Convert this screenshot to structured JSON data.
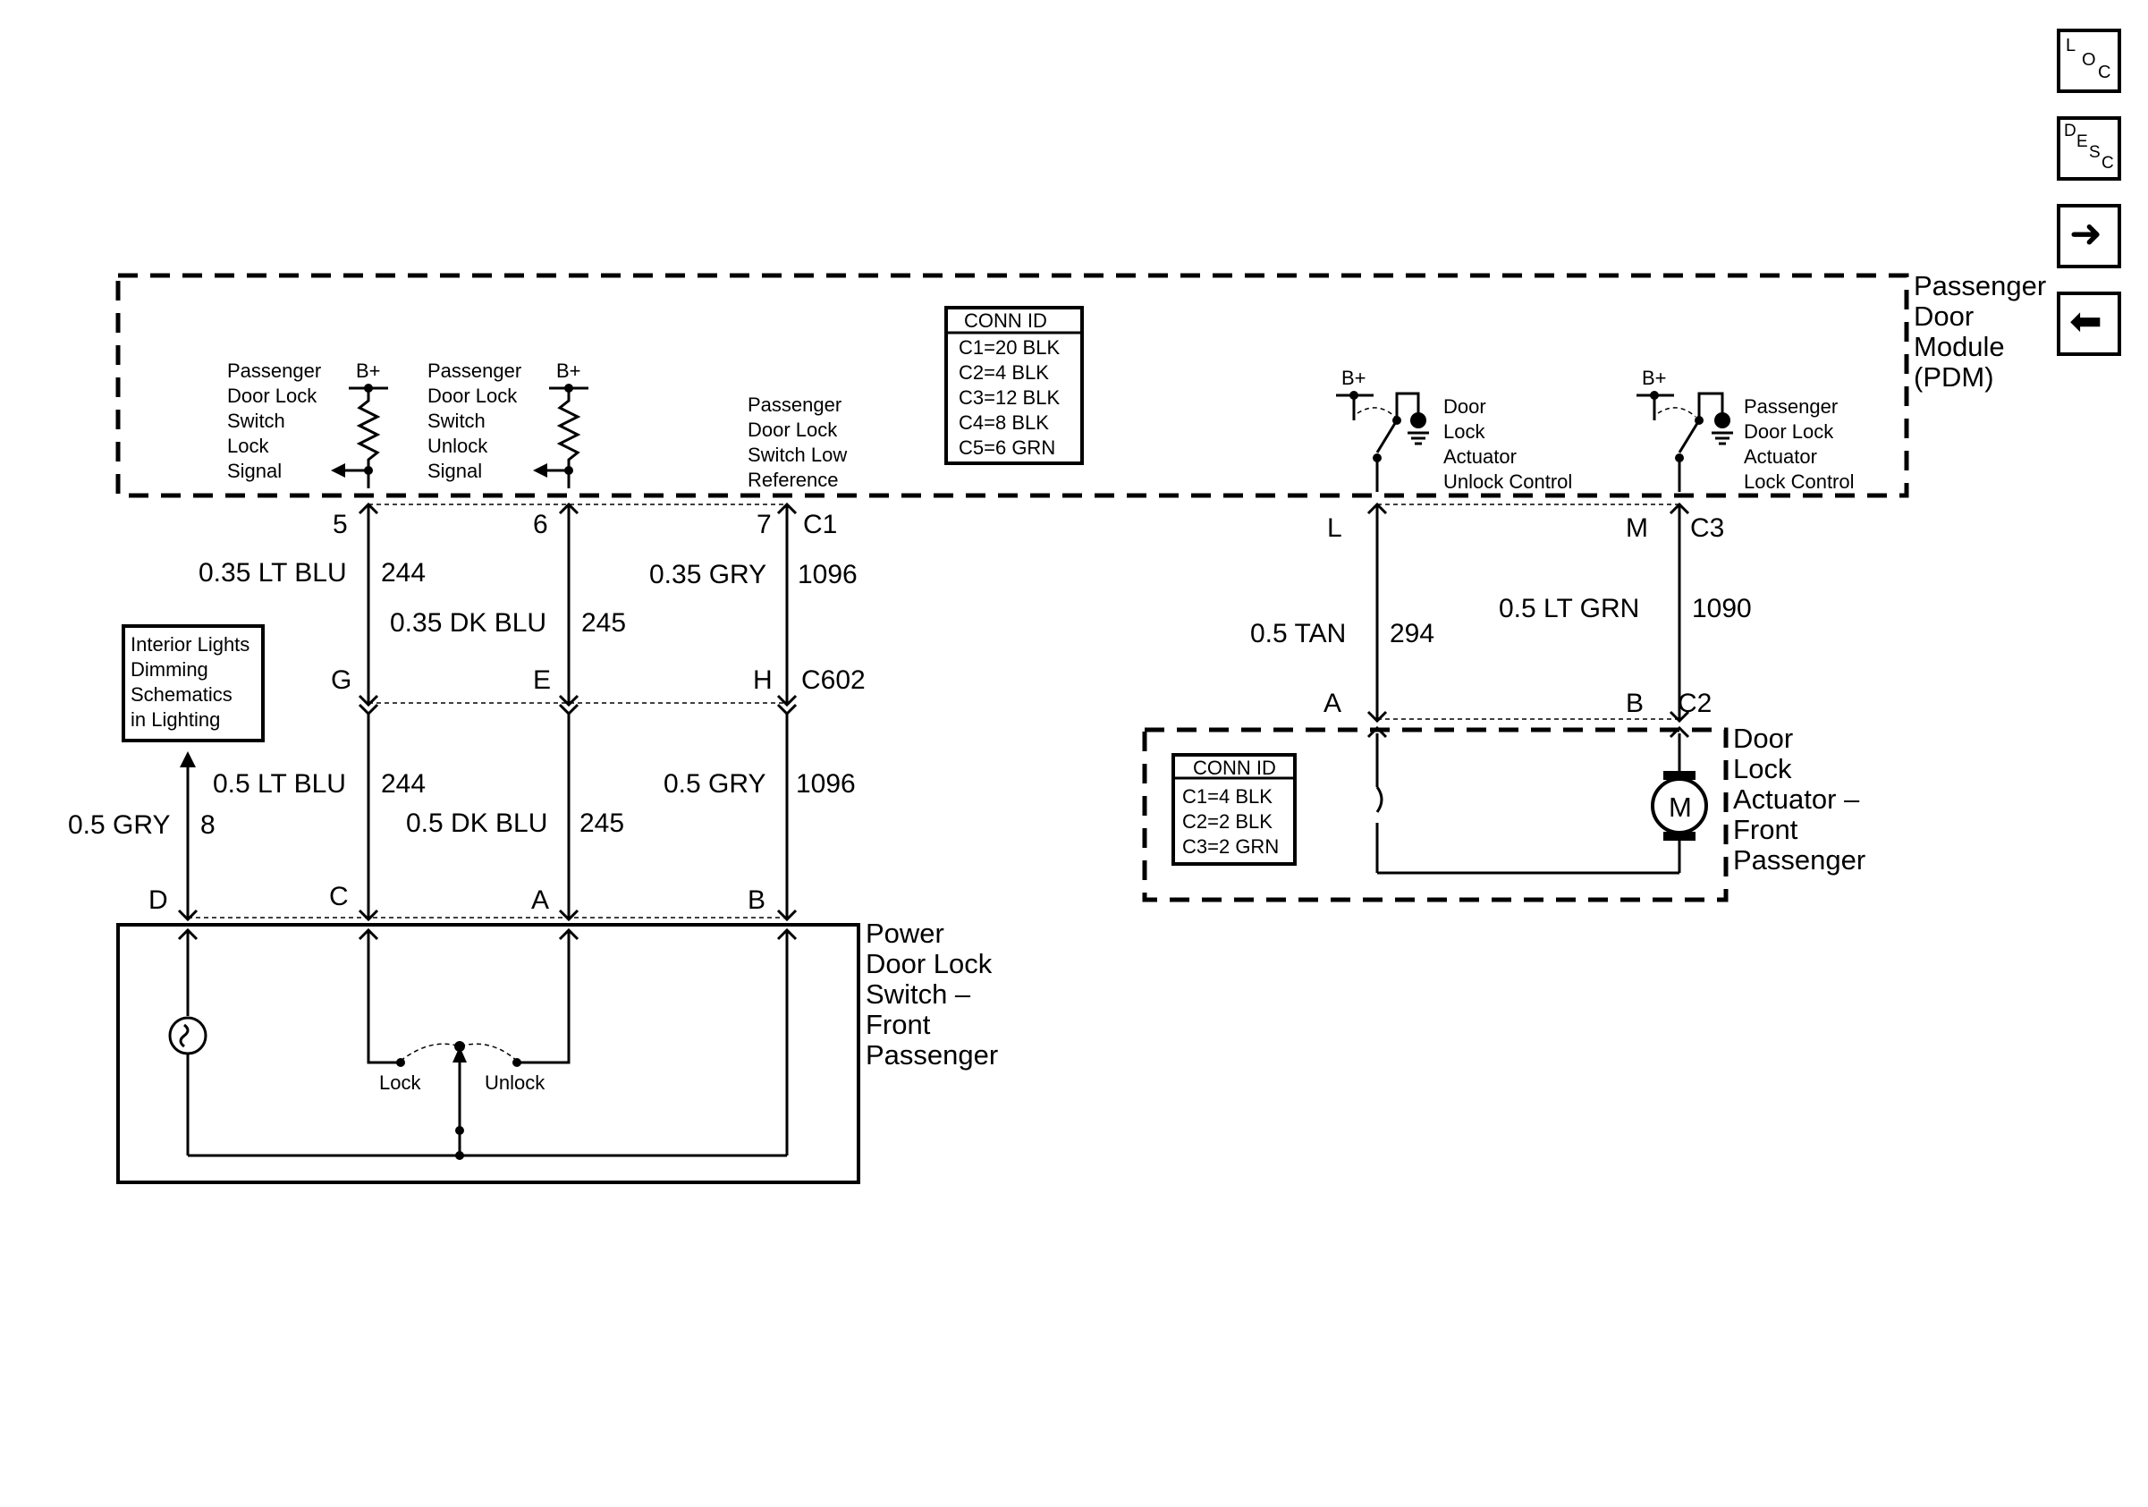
{
  "nav": {
    "loc": {
      "l1": "L",
      "l2": "O",
      "l3": "C"
    },
    "desc": {
      "l1": "D",
      "l2": "E",
      "l3": "S",
      "l4": "C"
    },
    "next_glyph": "➜",
    "prev_glyph": "⬅"
  },
  "pdm": {
    "title_lines": [
      "Passenger",
      "Door",
      "Module",
      "(PDM)"
    ],
    "conn_id": {
      "header": "CONN ID",
      "rows": [
        "C1=20 BLK",
        "C2=4 BLK",
        "C3=12 BLK",
        "C4=8 BLK",
        "C5=6 GRN"
      ]
    },
    "bplus": "B+",
    "lock_signal": [
      "Passenger",
      "Door Lock",
      "Switch",
      "Lock",
      "Signal"
    ],
    "unlock_signal": [
      "Passenger",
      "Door Lock",
      "Switch",
      "Unlock",
      "Signal"
    ],
    "low_ref": [
      "Passenger",
      "Door Lock",
      "Switch Low",
      "Reference"
    ],
    "unlock_ctrl": [
      "Door",
      "Lock",
      "Actuator",
      "Unlock Control"
    ],
    "lock_ctrl": [
      "Passenger",
      "Door Lock",
      "Actuator",
      "Lock Control"
    ]
  },
  "pins": {
    "c1_5": "5",
    "c1_6": "6",
    "c1_7": "7",
    "c1": "C1",
    "c3_l": "L",
    "c3_m": "M",
    "c3": "C3",
    "c602_g": "G",
    "c602_e": "E",
    "c602_h": "H",
    "c602": "C602",
    "sw_d": "D",
    "sw_c": "C",
    "sw_a": "A",
    "sw_b": "B",
    "act_a": "A",
    "act_b": "B",
    "c2": "C2"
  },
  "wires": {
    "w244_top": {
      "size": "0.35 LT BLU",
      "circuit": "244"
    },
    "w245_top": {
      "size": "0.35 DK BLU",
      "circuit": "245"
    },
    "w1096_top": {
      "size": "0.35 GRY",
      "circuit": "1096"
    },
    "w294": {
      "size": "0.5 TAN",
      "circuit": "294"
    },
    "w1090": {
      "size": "0.5 LT GRN",
      "circuit": "1090"
    },
    "w244_bot": {
      "size": "0.5 LT BLU",
      "circuit": "244"
    },
    "w245_bot": {
      "size": "0.5 DK BLU",
      "circuit": "245"
    },
    "w1096_bot": {
      "size": "0.5 GRY",
      "circuit": "1096"
    },
    "w8": {
      "size": "0.5 GRY",
      "circuit": "8"
    }
  },
  "interior_ref": [
    "Interior Lights",
    "Dimming",
    "Schematics",
    "in Lighting"
  ],
  "switch": {
    "title_lines": [
      "Power",
      "Door Lock",
      "Switch –",
      "Front",
      "Passenger"
    ],
    "lock": "Lock",
    "unlock": "Unlock"
  },
  "actuator": {
    "title_lines": [
      "Door",
      "Lock",
      "Actuator –",
      "Front",
      "Passenger"
    ],
    "conn_id": {
      "header": "CONN ID",
      "rows": [
        "C1=4 BLK",
        "C2=2 BLK",
        "C3=2 GRN"
      ]
    },
    "motor": "M"
  }
}
